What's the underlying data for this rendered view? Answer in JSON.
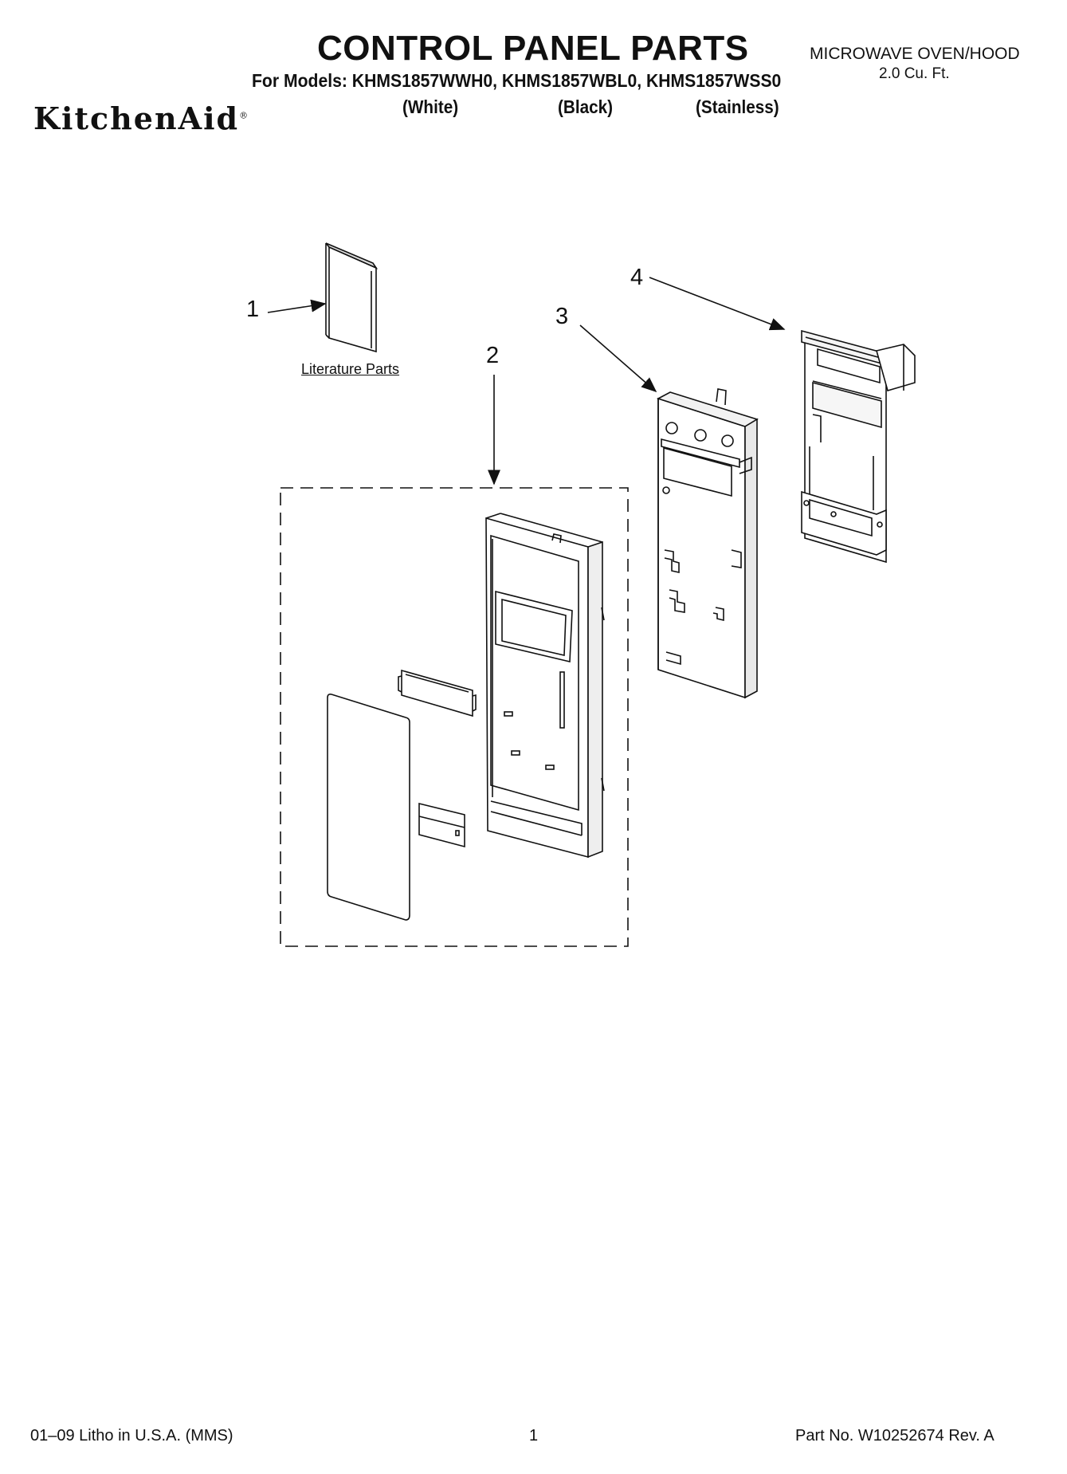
{
  "header": {
    "title": "CONTROL PANEL PARTS",
    "product": "MICROWAVE OVEN/HOOD",
    "capacity": "2.0 Cu. Ft.",
    "models_line": "For Models: KHMS1857WWH0, KHMS1857WBL0, KHMS1857WSS0",
    "variants": [
      "(White)",
      "(Black)",
      "(Stainless)"
    ],
    "brand": "KitchenAid",
    "brand_mark": "®"
  },
  "diagram": {
    "callouts": [
      "1",
      "2",
      "3",
      "4"
    ],
    "literature_label": "Literature Parts"
  },
  "footer": {
    "print_info": "01–09 Litho in U.S.A. (MMS)",
    "page_number": "1",
    "part_number": "Part No. W10252674 Rev. A"
  }
}
